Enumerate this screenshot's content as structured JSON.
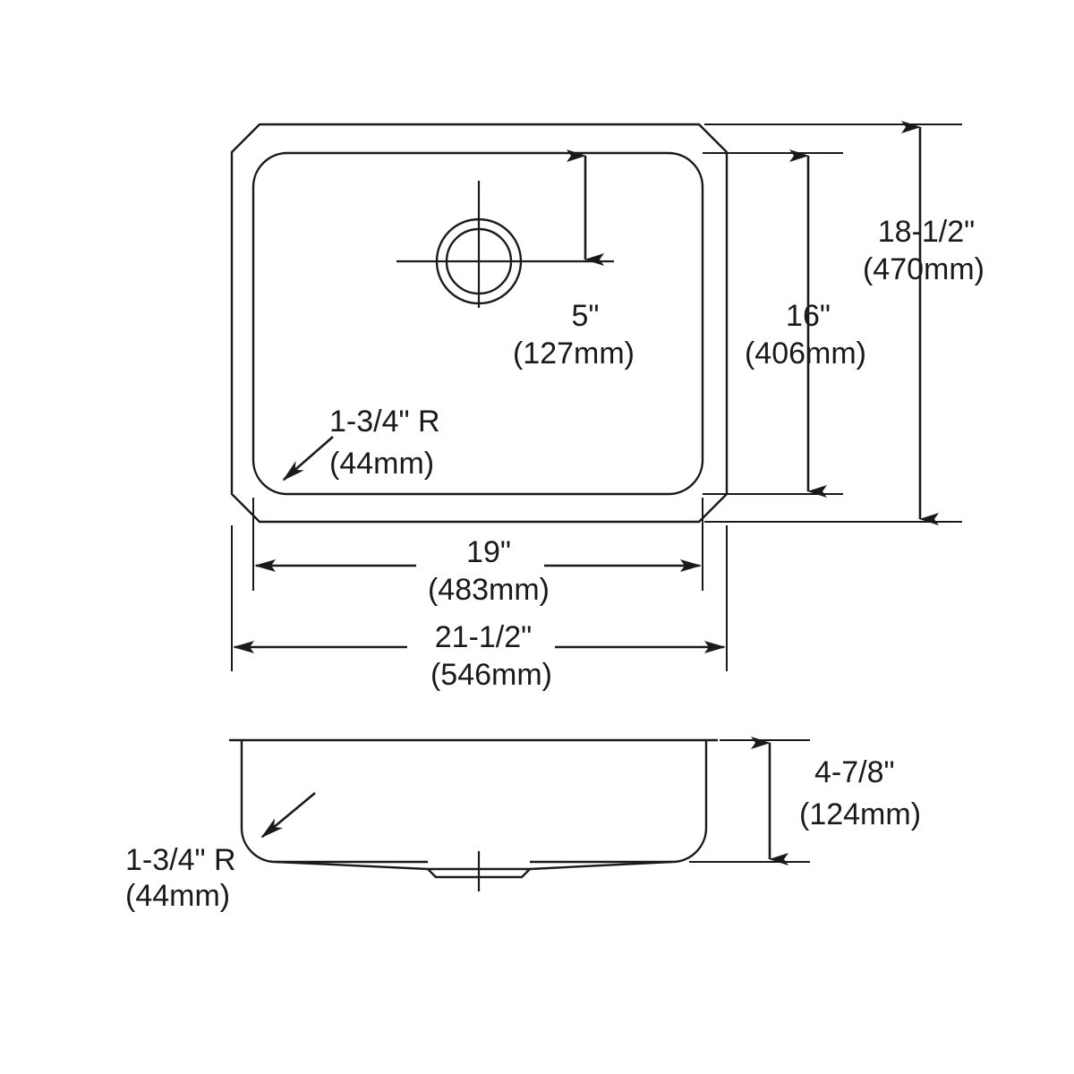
{
  "drawing": {
    "type": "technical-dimension-drawing",
    "subject": "undermount single bowl kitchen sink",
    "views": [
      "top-view",
      "side-section-view"
    ],
    "line_color": "#1a1a1a",
    "background_color": "#ffffff"
  },
  "top_view": {
    "drain": {
      "label": "drain-opening",
      "centerline_label": "drain-centerline"
    },
    "dimensions": {
      "drain_offset": {
        "name": "drain-offset-from-rear",
        "imperial": "5\"",
        "metric": "(127mm)",
        "orientation": "vertical"
      },
      "bowl_depth_front_to_back": {
        "name": "bowl-front-to-back",
        "imperial": "16\"",
        "metric": "(406mm)",
        "orientation": "vertical"
      },
      "overall_front_to_back": {
        "name": "overall-front-to-back",
        "imperial": "18-1/2\"",
        "metric": "(470mm)",
        "orientation": "vertical"
      },
      "bowl_width": {
        "name": "bowl-width",
        "imperial": "19\"",
        "metric": "(483mm)",
        "orientation": "horizontal"
      },
      "overall_width": {
        "name": "overall-width",
        "imperial": "21-1/2\"",
        "metric": "(546mm)",
        "orientation": "horizontal"
      },
      "corner_radius": {
        "name": "bowl-corner-radius",
        "imperial": "1-3/4\" R",
        "metric": "(44mm)",
        "orientation": "leader"
      }
    }
  },
  "side_view": {
    "dimensions": {
      "bowl_depth": {
        "name": "bowl-depth",
        "imperial": "4-7/8\"",
        "metric": "(124mm)",
        "orientation": "vertical"
      },
      "corner_radius": {
        "name": "bowl-bottom-corner-radius",
        "imperial": "1-3/4\" R",
        "metric": "(44mm)",
        "orientation": "leader"
      }
    }
  }
}
